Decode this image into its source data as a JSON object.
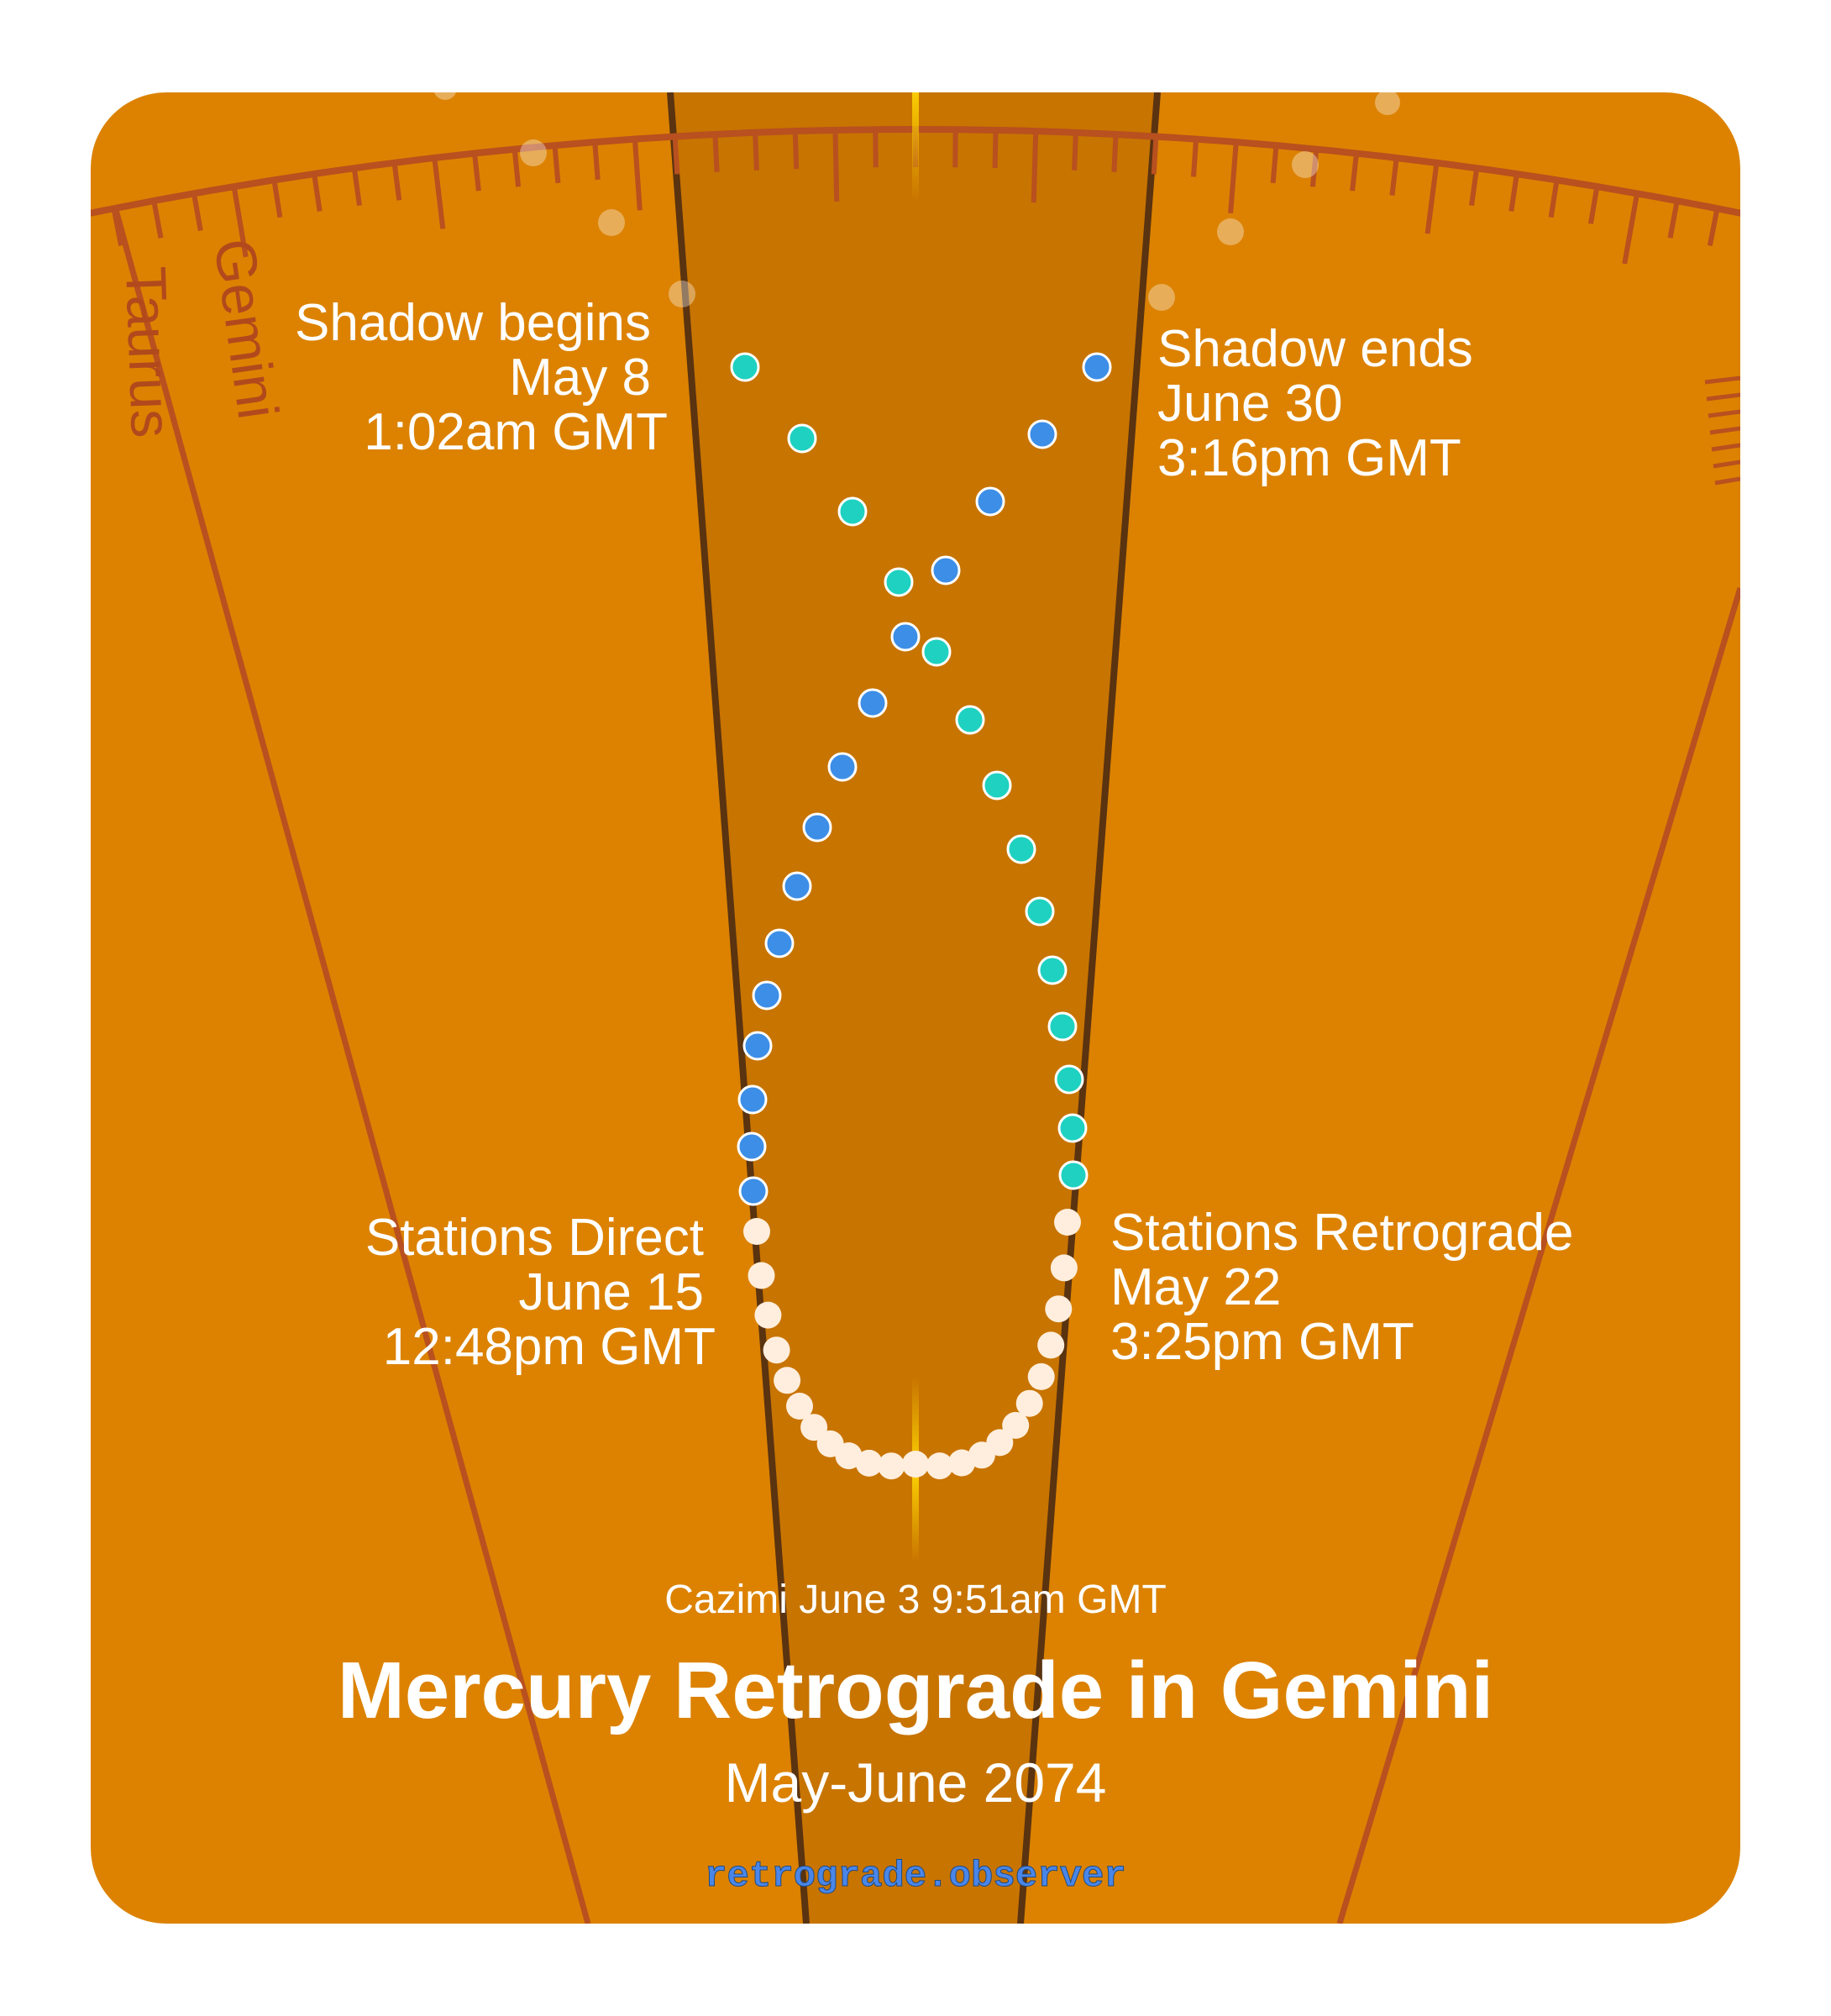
{
  "colors": {
    "card": "#dc8200",
    "shadow_zone": "#c87400",
    "shadow_edge": "#5a3310",
    "ecliptic": "#b8501f",
    "direct_before": "#1fd1c0",
    "retro": "#ffeedd",
    "direct_after": "#3d8ee6",
    "sun_beam": "#ffd600",
    "url": "#4a86e8"
  },
  "signs": {
    "left_outer": "Taurus",
    "left_inner": "Gemini"
  },
  "events": {
    "shadow_begins": {
      "title": "Shadow begins",
      "date": "May 8",
      "time": "1:02am GMT"
    },
    "shadow_ends": {
      "title": "Shadow ends",
      "date": "June 30",
      "time": "3:16pm GMT"
    },
    "stations_direct": {
      "title": "Stations Direct",
      "date": "June 15",
      "time": "12:48pm GMT"
    },
    "stations_retrograde": {
      "title": "Stations Retrograde",
      "date": "May 22",
      "time": "3:25pm GMT"
    },
    "cazimi": "Cazimi June 3 9:51am GMT"
  },
  "title": "Mercury Retrograde in Gemini",
  "subtitle": "May-June 2074",
  "site": "retrograde.observer"
}
